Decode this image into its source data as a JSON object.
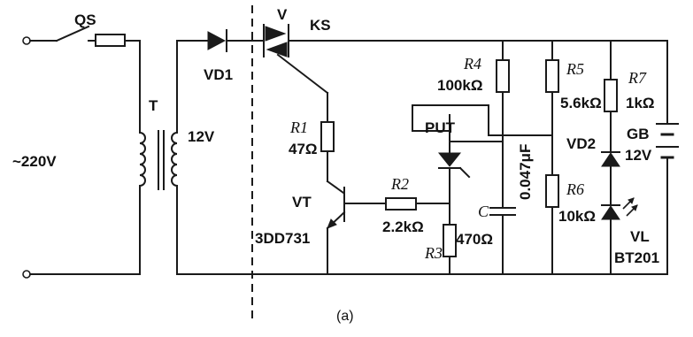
{
  "diagram": {
    "caption": "(a)",
    "source": {
      "mains_label": "~220V",
      "switch_label": "QS",
      "transformer_label": "T",
      "secondary_label": "12V"
    },
    "components": {
      "vd1": "VD1",
      "v": "V",
      "ks": "KS",
      "r1_name": "R1",
      "r1_value": "47Ω",
      "vt_name": "VT",
      "vt_part": "3DD731",
      "r2_name": "R2",
      "r2_value": "2.2kΩ",
      "r3_name": "R3",
      "r3_value": "470Ω",
      "put": "PUT",
      "r4_name": "R4",
      "r4_value": "100kΩ",
      "c_name": "C",
      "c_value": "0.047μF",
      "r5_name": "R5",
      "r5_value": "5.6kΩ",
      "r6_name": "R6",
      "r6_value": "10kΩ",
      "r7_name": "R7",
      "r7_value": "1kΩ",
      "vd2": "VD2",
      "vl_name": "VL",
      "vl_part": "BT201",
      "gb_name": "GB",
      "gb_value": "12V"
    }
  }
}
